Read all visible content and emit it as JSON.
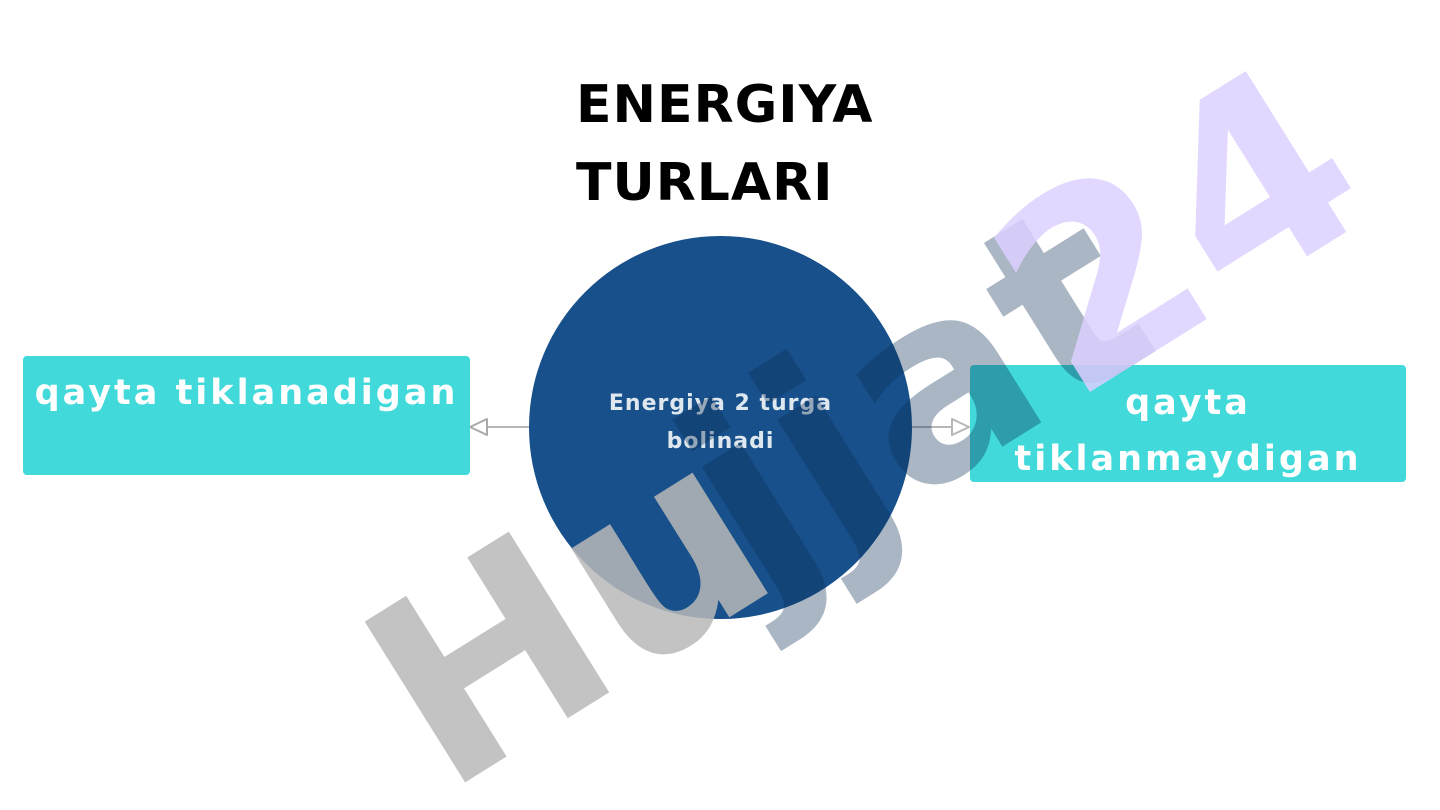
{
  "diagram": {
    "title": "ENERGIYA TURLARI",
    "center": {
      "text": "Energiya 2 turga bolinadi",
      "color": "#17508a"
    },
    "branches": [
      {
        "label": "qayta tiklanadigan",
        "color": "#41d9d9"
      },
      {
        "label": "qayta tiklanmaydigan",
        "color": "#41d9d9"
      }
    ],
    "connector_color": "#b7b7b7"
  },
  "watermark": {
    "text": "Hujjat24",
    "colors": [
      "#b8b8b8",
      "#0b2e55",
      "#dcd0ff"
    ]
  }
}
